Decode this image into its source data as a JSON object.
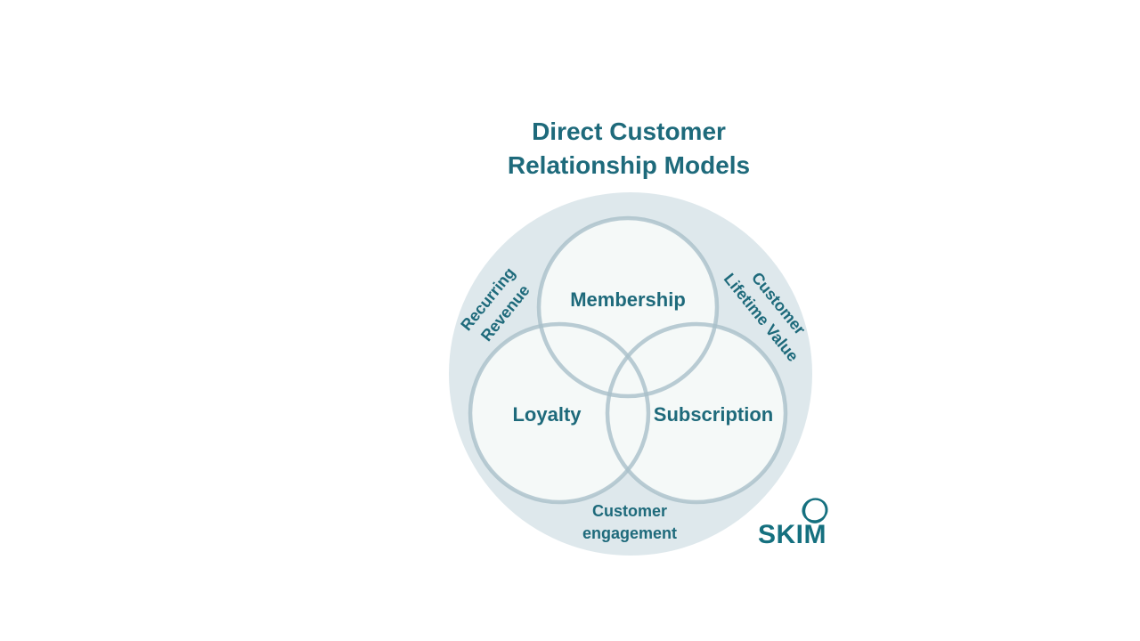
{
  "title": {
    "line1": "Direct Customer",
    "line2": "Relationship Models"
  },
  "venn": {
    "circles": [
      {
        "label": "Membership"
      },
      {
        "label": "Loyalty"
      },
      {
        "label": "Subscription"
      }
    ]
  },
  "outer_labels": {
    "left": {
      "line1": "Recurring",
      "line2": "Revenue"
    },
    "right": {
      "line1": "Customer",
      "line2": "Lifetime Value"
    },
    "bottom": {
      "line1": "Customer",
      "line2": "engagement"
    }
  },
  "logo": {
    "text": "SKIM",
    "icon": "sketched-ring-icon"
  },
  "colors": {
    "background": "#ffffff",
    "teal_text": "#1e6a7b",
    "logo_teal": "#15707f",
    "outer_circle_fill": "#dee8ec",
    "venn_circle_fill": "#f5f9f8",
    "venn_circle_stroke": "#a9bfc9"
  }
}
